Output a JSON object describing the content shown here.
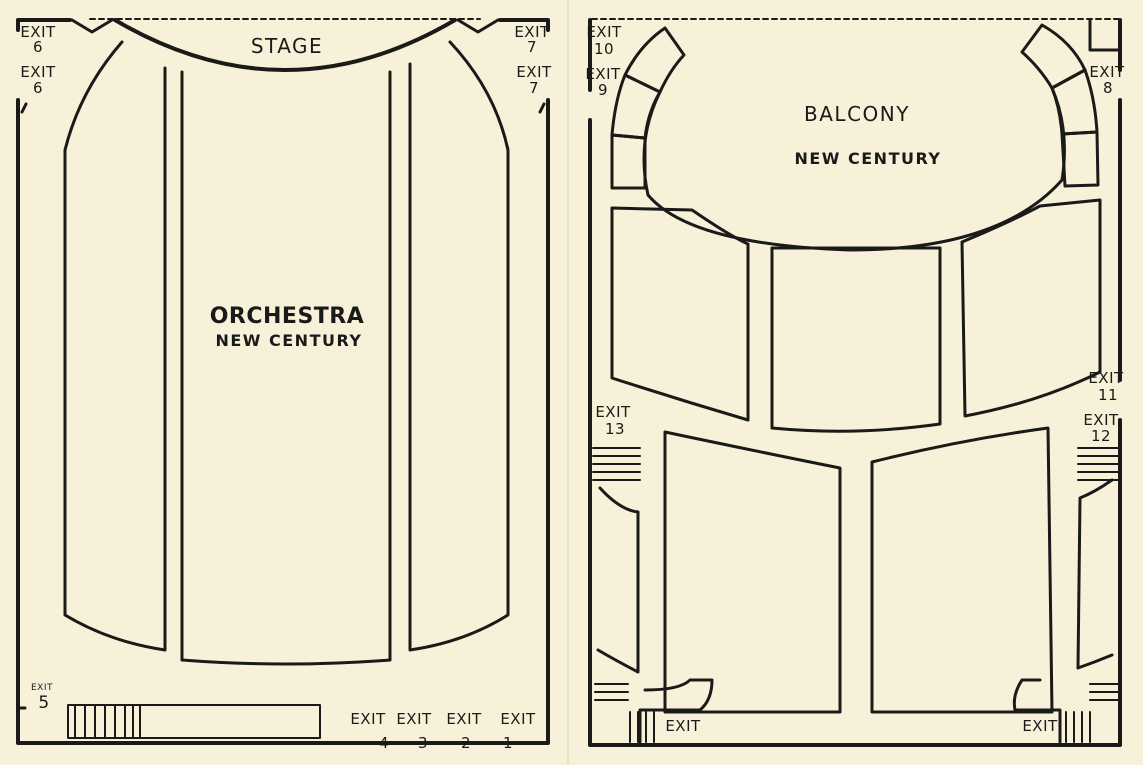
{
  "orchestra": {
    "stage": "STAGE",
    "title": "ORCHESTRA",
    "subtitle": "NEW CENTURY",
    "exits": {
      "exit6_upper": {
        "word": "EXIT",
        "num": "6"
      },
      "exit6_lower": {
        "word": "EXIT",
        "num": "6"
      },
      "exit7_upper": {
        "word": "EXIT",
        "num": "7"
      },
      "exit7_lower": {
        "word": "EXIT",
        "num": "7"
      },
      "exit5": {
        "word": "EXIT",
        "num": "5"
      },
      "bottom_words": [
        "EXIT",
        "EXIT",
        "EXIT",
        "EXIT"
      ],
      "bottom_nums": [
        "4",
        "3",
        "2",
        "1"
      ]
    }
  },
  "balcony": {
    "title": "BALCONY",
    "subtitle": "NEW CENTURY",
    "exits": {
      "exit10": {
        "word": "EXIT",
        "num": "10"
      },
      "exit9": {
        "word": "EXIT",
        "num": "9"
      },
      "exit8": {
        "word": "EXIT",
        "num": "8"
      },
      "exit11": {
        "word": "EXIT",
        "num": "11"
      },
      "exit12": {
        "word": "EXIT",
        "num": "12"
      },
      "exit13": {
        "word": "EXIT",
        "num": "13"
      },
      "bottom_left": "EXIT",
      "bottom_right": "EXIT"
    }
  }
}
